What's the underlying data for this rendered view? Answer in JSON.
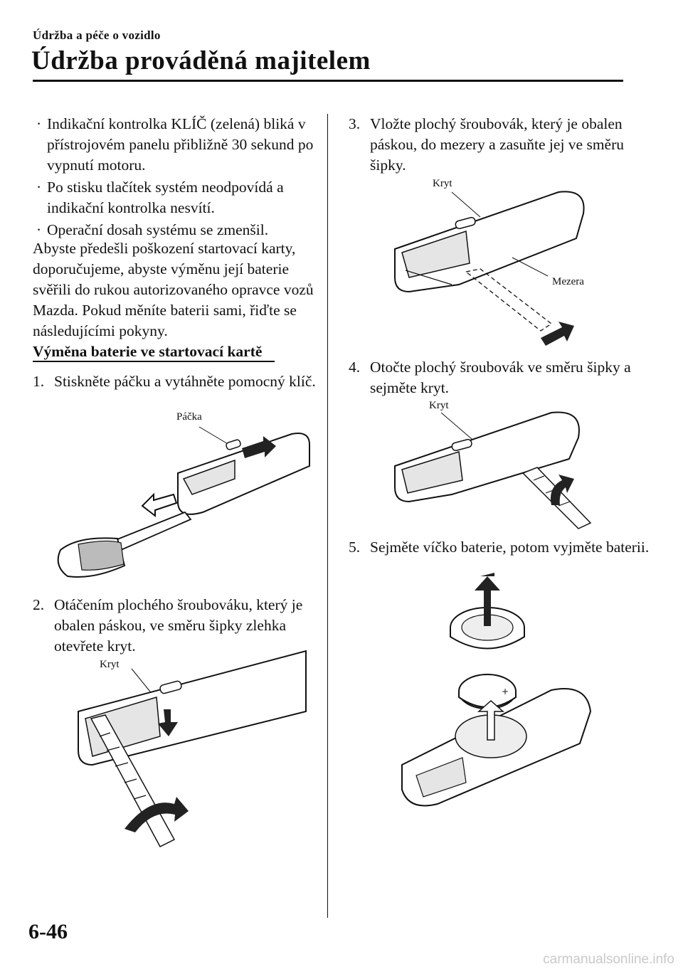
{
  "header": {
    "section": "Údržba a péče o vozidlo",
    "title": "Údržba prováděná majitelem"
  },
  "bullets": [
    "Indikační kontrolka KLÍČ (zelená) bliká v přístrojovém panelu přibližně 30 sekund po vypnutí motoru.",
    "Po stisku tlačítek systém neodpovídá a indikační kontrolka nesvítí.",
    "Operační dosah systému se zmenšil."
  ],
  "bullet_symbol": "·",
  "paragraph": "Abyste předešli poškození startovací karty, doporučujeme, abyste výměnu její baterie svěřili do rukou autorizovaného opravce vozů Mazda. Pokud měníte baterii sami, řiďte se následujícími pokyny.",
  "subheading": "Výměna baterie ve startovací kartě",
  "steps": [
    {
      "num": "1.",
      "text": "Stiskněte páčku a vytáhněte pomocný klíč."
    },
    {
      "num": "2.",
      "text": "Otáčením plochého šroubováku, který je obalen páskou, ve směru šipky zlehka otevřete kryt."
    },
    {
      "num": "3.",
      "text": "Vložte plochý šroubovák, který je obalen páskou, do mezery a zasuňte jej ve směru šipky."
    },
    {
      "num": "4.",
      "text": "Otočte plochý šroubovák ve směru šipky a sejměte kryt."
    },
    {
      "num": "5.",
      "text": "Sejměte víčko baterie, potom vyjměte baterii."
    }
  ],
  "labels": {
    "packa": "Páčka",
    "kryt": "Kryt",
    "mezera": "Mezera"
  },
  "footer": {
    "page": "6-46",
    "watermark": "carmanualsonline.info"
  }
}
